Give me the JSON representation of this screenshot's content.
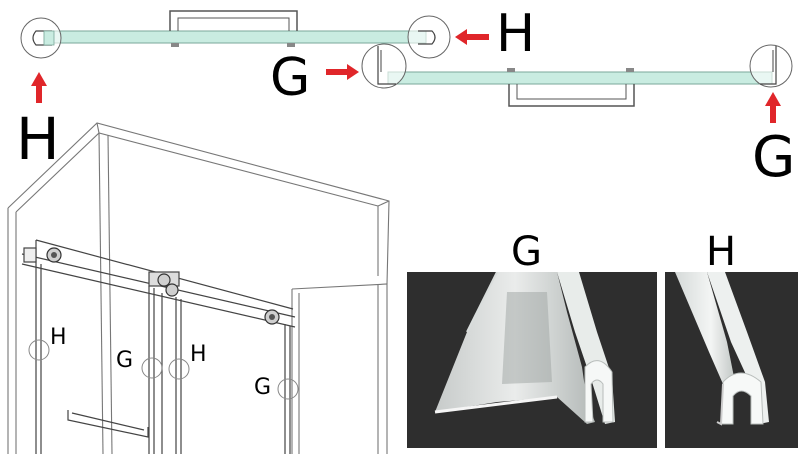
{
  "top_view": {
    "label_h_top": "H",
    "label_g_left": "G",
    "label_h_bottom": "H",
    "label_g_right": "G"
  },
  "iso_view": {
    "label_h_left": "H",
    "label_g_center": "G",
    "label_h_center": "H",
    "label_g_right": "G"
  },
  "photos": {
    "g_title": "G",
    "h_title": "H"
  },
  "colors": {
    "glass": "#c9ece1",
    "arrow": "#e0262a",
    "line": "#555555",
    "photo_bg": "#2b2b2b"
  }
}
